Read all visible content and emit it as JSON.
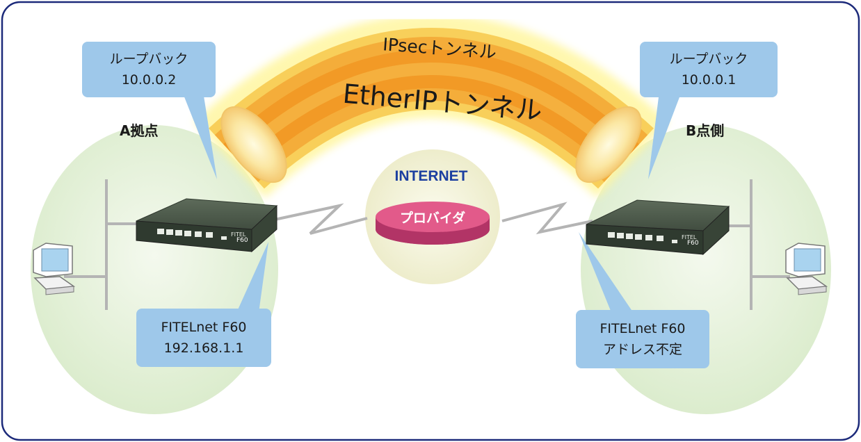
{
  "tunnels": {
    "ipsec_label": "IPsecトンネル",
    "etherip_label": "EtherIPトンネル"
  },
  "internet": {
    "label": "INTERNET",
    "provider_label": "プロバイダ"
  },
  "site_a": {
    "name": "A拠点",
    "loopback": {
      "label": "ループバック",
      "address": "10.0.0.2"
    },
    "router": {
      "model": "FITELnet F60",
      "address": "192.168.1.1"
    },
    "device_brand": "FITEL",
    "device_model": "F60"
  },
  "site_b": {
    "name": "B点側",
    "loopback": {
      "label": "ループバック",
      "address": "10.0.0.1"
    },
    "router": {
      "model": "FITELnet F60",
      "address": "アドレス不定"
    },
    "device_brand": "FITEL",
    "device_model": "F60"
  },
  "colors": {
    "frame_border": "#1c2a7a",
    "site_fill": "#e6f0dc",
    "internet_fill": "#f2f2dc",
    "callout_fill": "#9ec8ea",
    "tunnel_core": "#f39a2c",
    "tunnel_glow": "#fff6a0",
    "provider_fill": "#e25a8a",
    "internet_text": "#1c3fa0"
  },
  "icons": [
    "pc-icon",
    "router-icon",
    "zigzag-link-icon"
  ]
}
